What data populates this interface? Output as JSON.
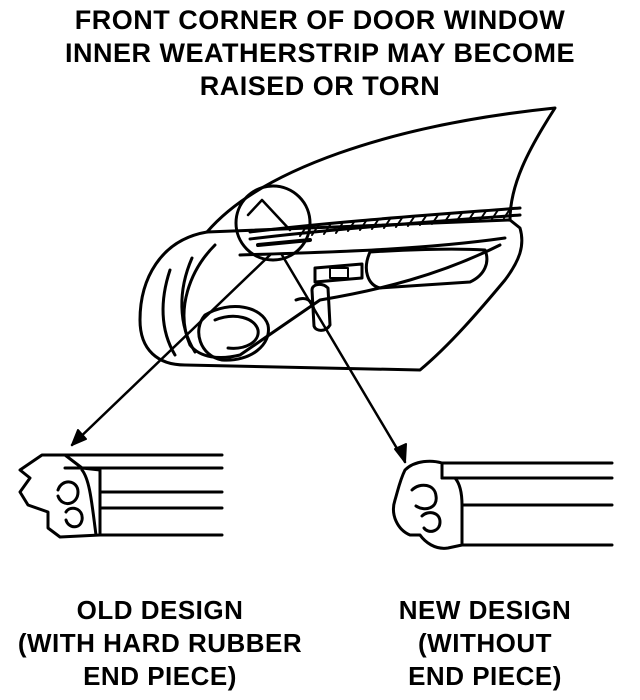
{
  "title": {
    "lines": [
      "FRONT CORNER OF DOOR WINDOW",
      "INNER WEATHERSTRIP MAY BECOME",
      "RAISED OR TORN"
    ]
  },
  "callouts": {
    "old": {
      "lines": [
        "OLD DESIGN",
        "(WITH HARD RUBBER",
        "END PIECE)"
      ]
    },
    "new": {
      "lines": [
        "NEW DESIGN",
        "(WITHOUT",
        "END PIECE)"
      ]
    }
  },
  "colors": {
    "ink": "#000000",
    "paper": "#ffffff"
  }
}
